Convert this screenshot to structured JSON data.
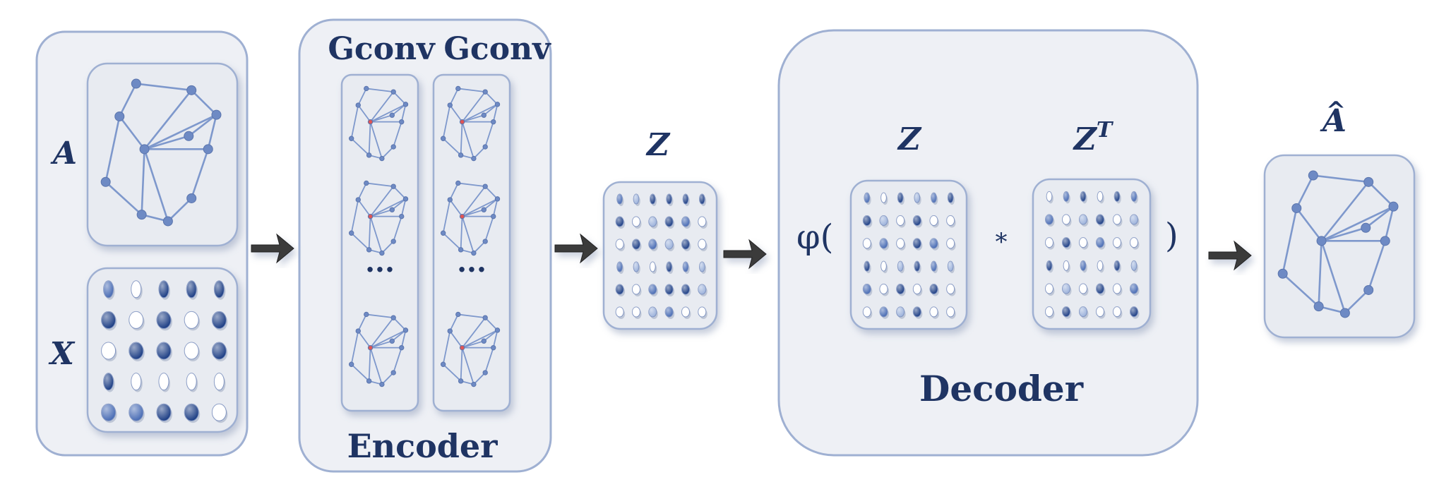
{
  "labels": {
    "adjacency": "A",
    "features": "X",
    "gconv_1": "Gconv",
    "gconv_2": "Gconv",
    "ellipsis": "···",
    "encoder": "Encoder",
    "embedding": "Z",
    "decoder_z": "Z",
    "decoder_zt_base": "Z",
    "decoder_zt_sup": "T",
    "phi_open": "φ(",
    "multiply": "*",
    "close_paren": ")",
    "decoder": "Decoder",
    "reconstructed_base": "A",
    "reconstructed_hat": "^"
  },
  "colors": {
    "panel_fill": "#eef0f5",
    "panel_stroke": "#9fb0d2",
    "card_fill": "#e8ebf1",
    "edge": "#7e98cc",
    "node": "#6e8ac4",
    "center_node": "#e05555",
    "text": "#1f3463",
    "arrow": "#3a3a3a",
    "dot_dark": "#1e3f85",
    "dot_mid": "#4a6db5",
    "dot_light": "#9fb4dc",
    "dot_white": "#ffffff"
  },
  "icons": {
    "flow_arrow": "right-arrow-icon",
    "graph": "graph-icon",
    "matrix": "matrix-icon"
  }
}
